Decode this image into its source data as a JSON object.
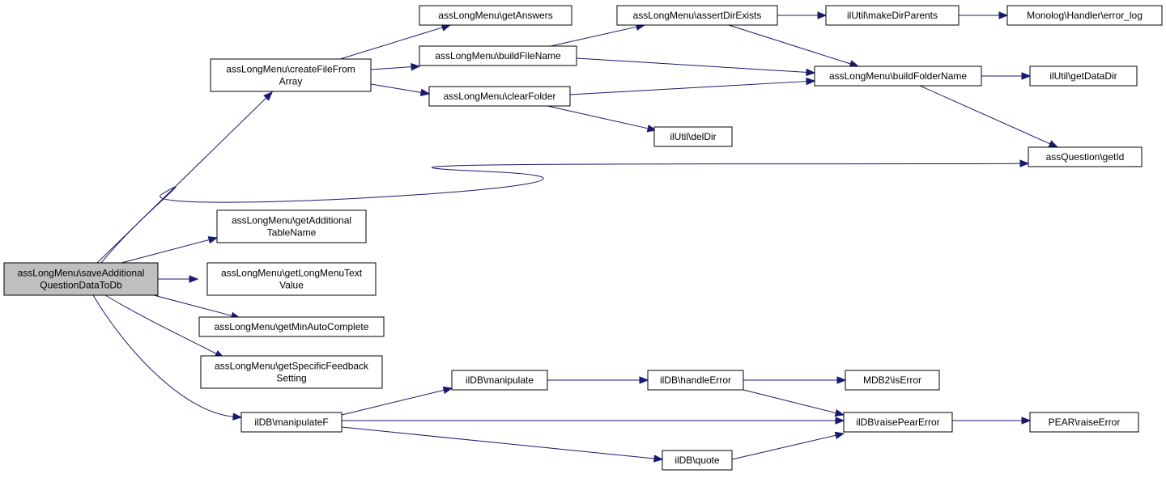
{
  "colors": {
    "edge": "#191970",
    "node_border": "#000000",
    "node_fill": "#ffffff",
    "root_fill": "#bfbfbf"
  },
  "nodes": {
    "root": {
      "lines": [
        "assLongMenu\\saveAdditional",
        "QuestionDataToDb"
      ]
    },
    "createFileFromArray": {
      "lines": [
        "assLongMenu\\createFileFrom",
        "Array"
      ]
    },
    "getAnswers": {
      "lines": [
        "assLongMenu\\getAnswers"
      ]
    },
    "buildFileName": {
      "lines": [
        "assLongMenu\\buildFileName"
      ]
    },
    "clearFolder": {
      "lines": [
        "assLongMenu\\clearFolder"
      ]
    },
    "assertDirExists": {
      "lines": [
        "assLongMenu\\assertDirExists"
      ]
    },
    "makeDirParents": {
      "lines": [
        "ilUtil\\makeDirParents"
      ]
    },
    "errorLog": {
      "lines": [
        "Monolog\\Handler\\error_log"
      ]
    },
    "buildFolderName": {
      "lines": [
        "assLongMenu\\buildFolderName"
      ]
    },
    "getDataDir": {
      "lines": [
        "ilUtil\\getDataDir"
      ]
    },
    "delDir": {
      "lines": [
        "ilUtil\\delDir"
      ]
    },
    "getId": {
      "lines": [
        "assQuestion\\getId"
      ]
    },
    "getAdditionalTableName": {
      "lines": [
        "assLongMenu\\getAdditional",
        "TableName"
      ]
    },
    "getLongMenuTextValue": {
      "lines": [
        "assLongMenu\\getLongMenuText",
        "Value"
      ]
    },
    "getMinAutoComplete": {
      "lines": [
        "assLongMenu\\getMinAutoComplete"
      ]
    },
    "getSpecificFeedbackSetting": {
      "lines": [
        "assLongMenu\\getSpecificFeedback",
        "Setting"
      ]
    },
    "manipulateF": {
      "lines": [
        "ilDB\\manipulateF"
      ]
    },
    "manipulate": {
      "lines": [
        "ilDB\\manipulate"
      ]
    },
    "handleError": {
      "lines": [
        "ilDB\\handleError"
      ]
    },
    "isError": {
      "lines": [
        "MDB2\\isError"
      ]
    },
    "raisePearError": {
      "lines": [
        "ilDB\\raisePearError"
      ]
    },
    "raiseError": {
      "lines": [
        "PEAR\\raiseError"
      ]
    },
    "quote": {
      "lines": [
        "ilDB\\quote"
      ]
    }
  },
  "edges": [
    {
      "from": "root",
      "to": "createFileFromArray"
    },
    {
      "from": "root",
      "to": "getId"
    },
    {
      "from": "root",
      "to": "getAdditionalTableName"
    },
    {
      "from": "root",
      "to": "getLongMenuTextValue"
    },
    {
      "from": "root",
      "to": "getMinAutoComplete"
    },
    {
      "from": "root",
      "to": "getSpecificFeedbackSetting"
    },
    {
      "from": "root",
      "to": "manipulateF"
    },
    {
      "from": "createFileFromArray",
      "to": "getAnswers"
    },
    {
      "from": "createFileFromArray",
      "to": "buildFileName"
    },
    {
      "from": "createFileFromArray",
      "to": "clearFolder"
    },
    {
      "from": "buildFileName",
      "to": "assertDirExists"
    },
    {
      "from": "buildFileName",
      "to": "buildFolderName"
    },
    {
      "from": "clearFolder",
      "to": "buildFolderName"
    },
    {
      "from": "clearFolder",
      "to": "delDir"
    },
    {
      "from": "assertDirExists",
      "to": "makeDirParents"
    },
    {
      "from": "assertDirExists",
      "to": "buildFolderName"
    },
    {
      "from": "makeDirParents",
      "to": "errorLog"
    },
    {
      "from": "buildFolderName",
      "to": "getDataDir"
    },
    {
      "from": "buildFolderName",
      "to": "getId"
    },
    {
      "from": "manipulateF",
      "to": "manipulate"
    },
    {
      "from": "manipulateF",
      "to": "raisePearError"
    },
    {
      "from": "manipulateF",
      "to": "quote"
    },
    {
      "from": "manipulate",
      "to": "handleError"
    },
    {
      "from": "handleError",
      "to": "isError"
    },
    {
      "from": "handleError",
      "to": "raisePearError"
    },
    {
      "from": "quote",
      "to": "raisePearError"
    },
    {
      "from": "raisePearError",
      "to": "raiseError"
    }
  ]
}
